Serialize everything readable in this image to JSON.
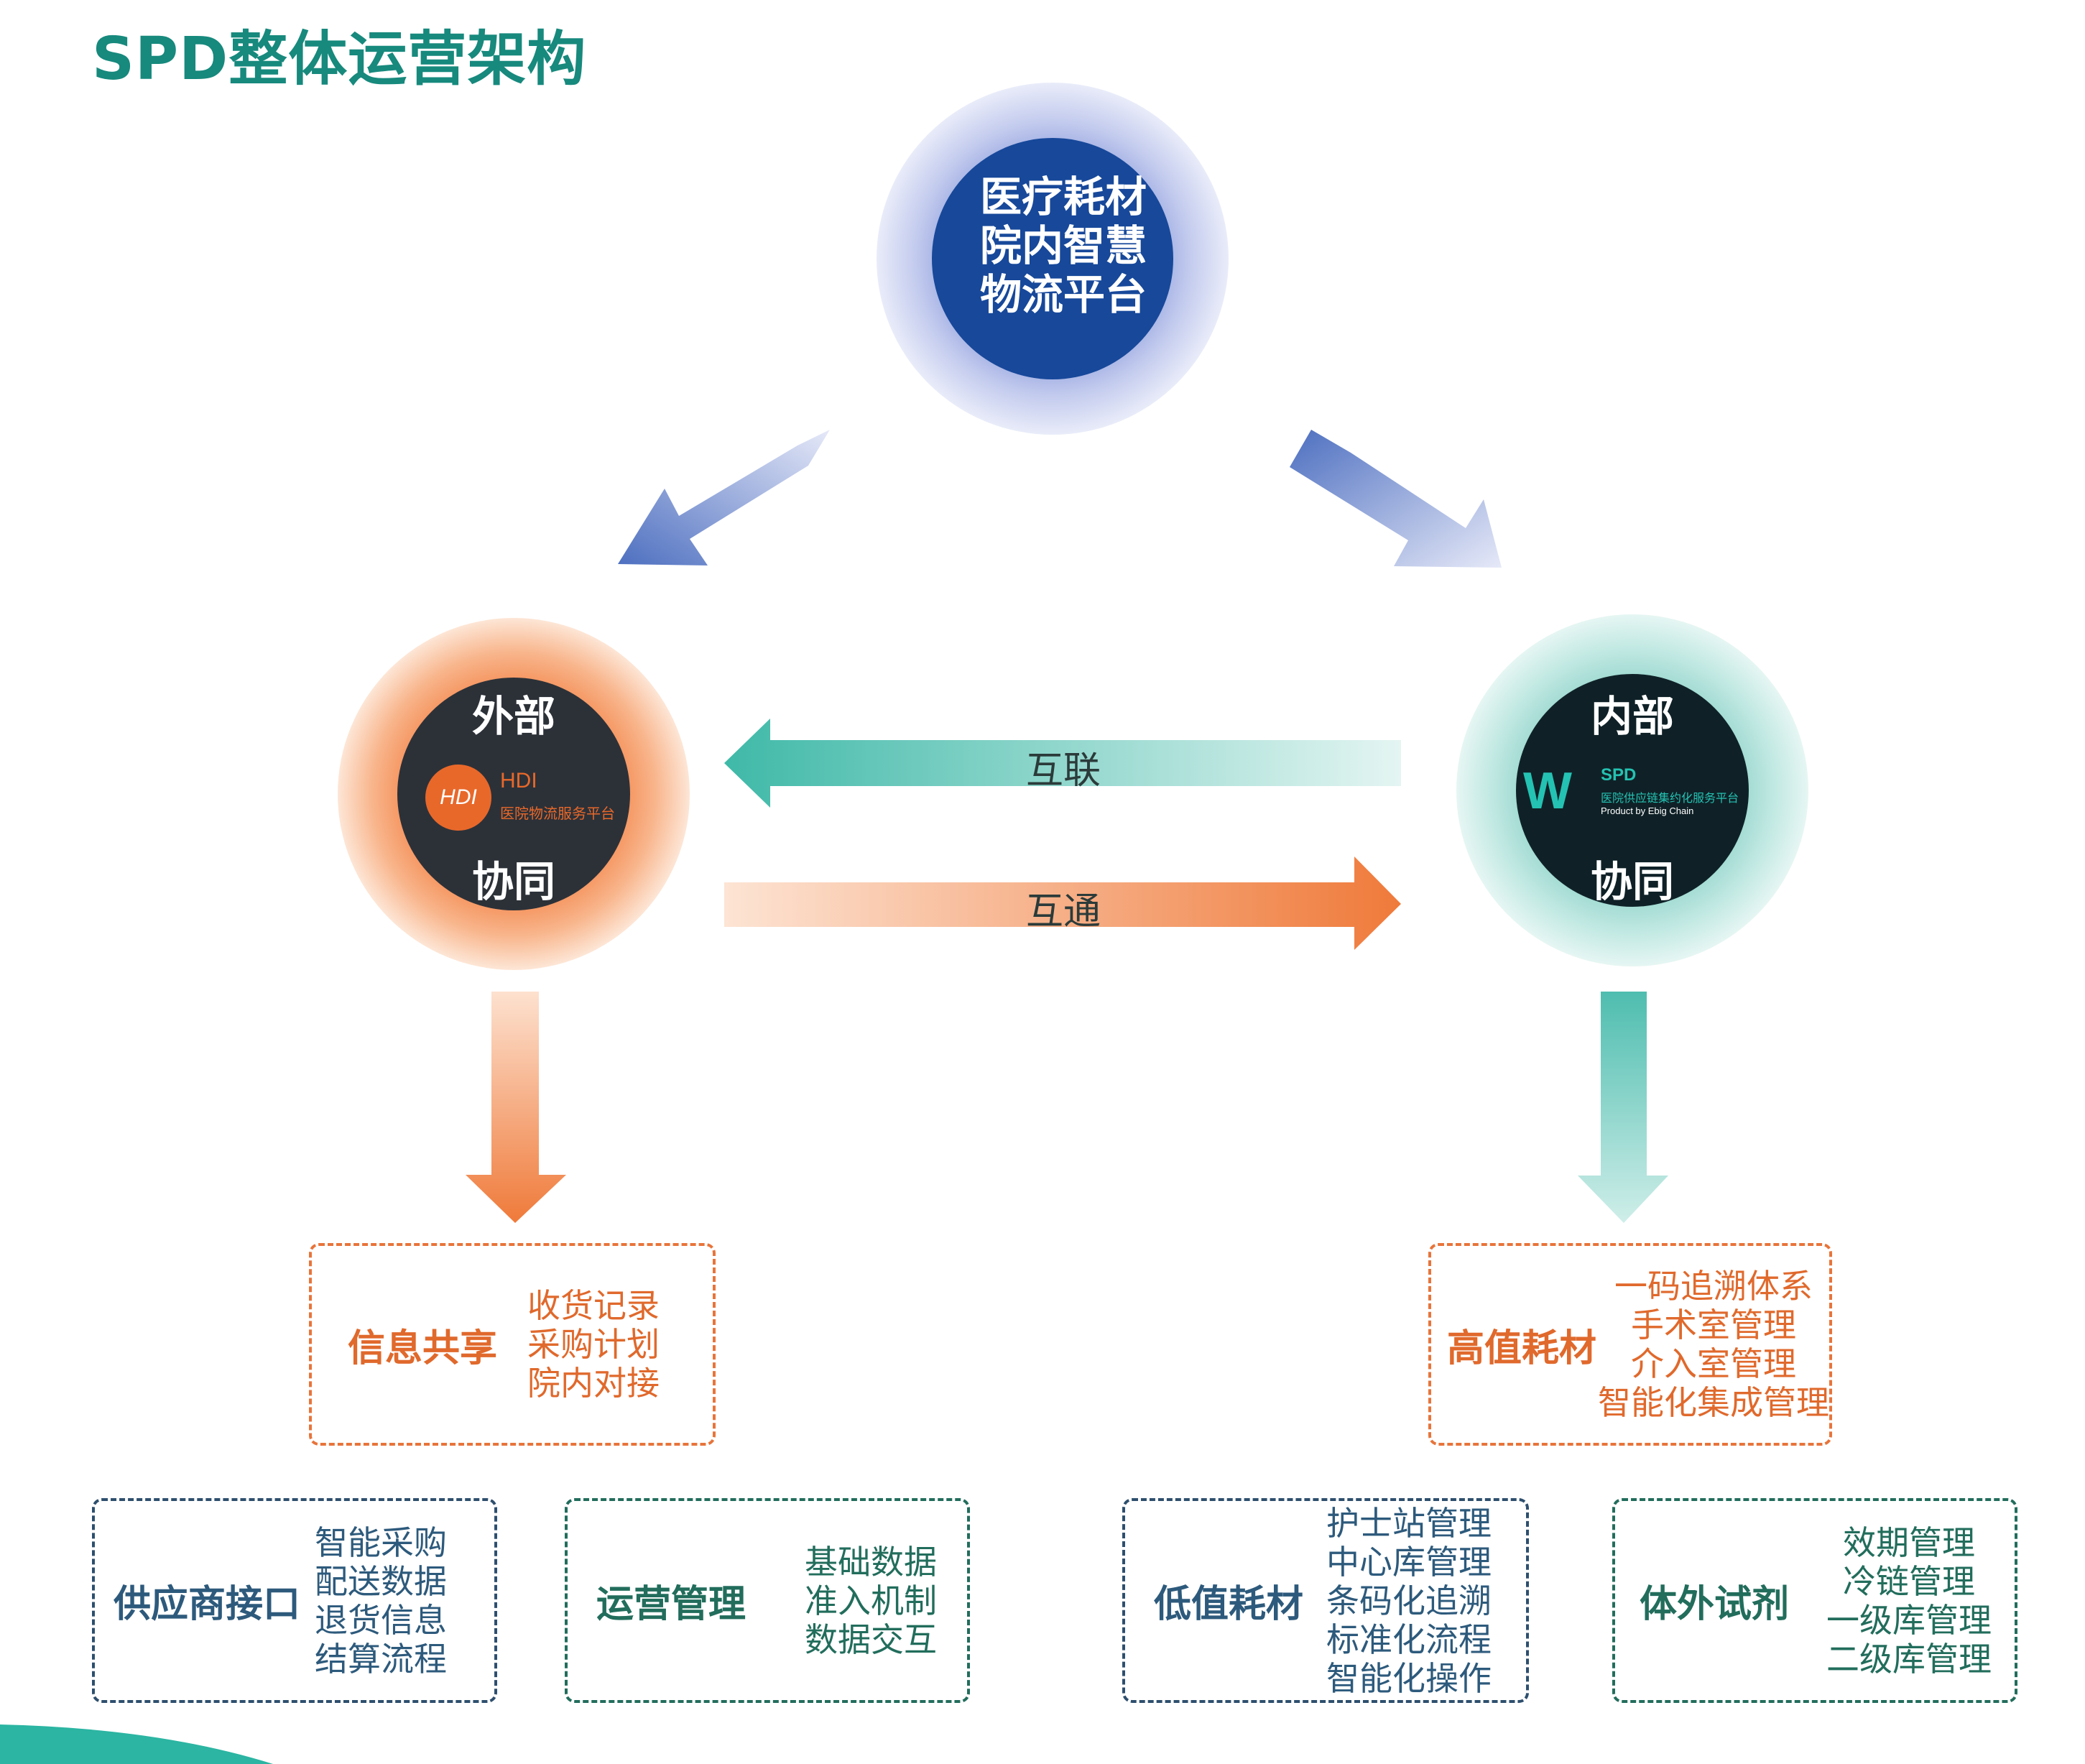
{
  "title": "SPD整体运营架构",
  "center": {
    "lines": [
      "医疗耗材",
      "院内智慧",
      "物流平台"
    ]
  },
  "external": {
    "top_label": "外部",
    "bottom_label": "协同",
    "logo": {
      "name": "HDI",
      "subtitle": "医院物流服务平台"
    }
  },
  "internal": {
    "top_label": "内部",
    "bottom_label": "协同",
    "logo": {
      "name": "SPD",
      "subtitle": "医院供应链集约化服务平台",
      "product": "Product by Ebig Chain"
    }
  },
  "arrows": {
    "interconnect": "互联",
    "intercommunicate": "互通"
  },
  "boxes": {
    "info_share": {
      "title": "信息共享",
      "items": [
        "收货记录",
        "采购计划",
        "院内对接"
      ]
    },
    "high_value": {
      "title": "高值耗材",
      "items": [
        "一码追溯体系",
        "手术室管理",
        "介入室管理",
        "智能化集成管理"
      ]
    },
    "supplier": {
      "title": "供应商接口",
      "items": [
        "智能采购",
        "配送数据",
        "退货信息",
        "结算流程"
      ]
    },
    "operations": {
      "title": "运营管理",
      "items": [
        "基础数据",
        "准入机制",
        "数据交互"
      ]
    },
    "low_value": {
      "title": "低值耗材",
      "items": [
        "护士站管理",
        "中心库管理",
        "条码化追溯",
        "标准化流程",
        "智能化操作"
      ]
    },
    "ivd": {
      "title": "体外试剂",
      "items": [
        "效期管理",
        "冷链管理",
        "一级库管理",
        "二级库管理"
      ]
    }
  },
  "colors": {
    "title": "#17897d",
    "center_core": "#17489a",
    "external_ring": "#f7a06d",
    "internal_ring": "#a9ddd6",
    "orange_accent": "#e8743a",
    "teal_accent": "#3fb9a8",
    "navy_border": "#2e4f6e",
    "green_border": "#226d5c"
  }
}
